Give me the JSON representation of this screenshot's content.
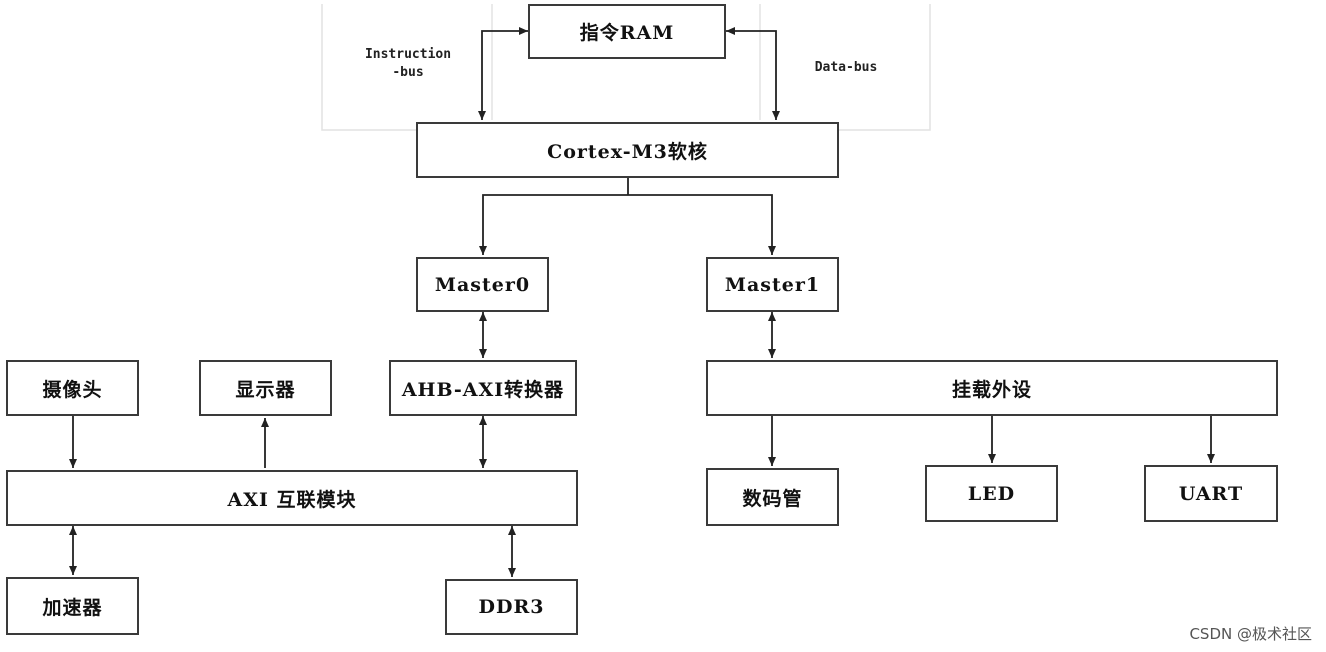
{
  "boxes": {
    "ram": "指令RAM",
    "cpu": "Cortex-M3软核",
    "master0": "Master0",
    "master1": "Master1",
    "camera": "摄像头",
    "display": "显示器",
    "bridge": "AHB-AXI转换器",
    "periph": "挂载外设",
    "axi": "AXI 互联模块",
    "seg": "数码管",
    "led": "LED",
    "uart": "UART",
    "accel": "加速器",
    "ddr": "DDR3"
  },
  "labels": {
    "instr_line1": "Instruction",
    "instr_line2": "-bus",
    "data_bus": "Data-bus"
  },
  "watermark": "CSDN @极术社区"
}
